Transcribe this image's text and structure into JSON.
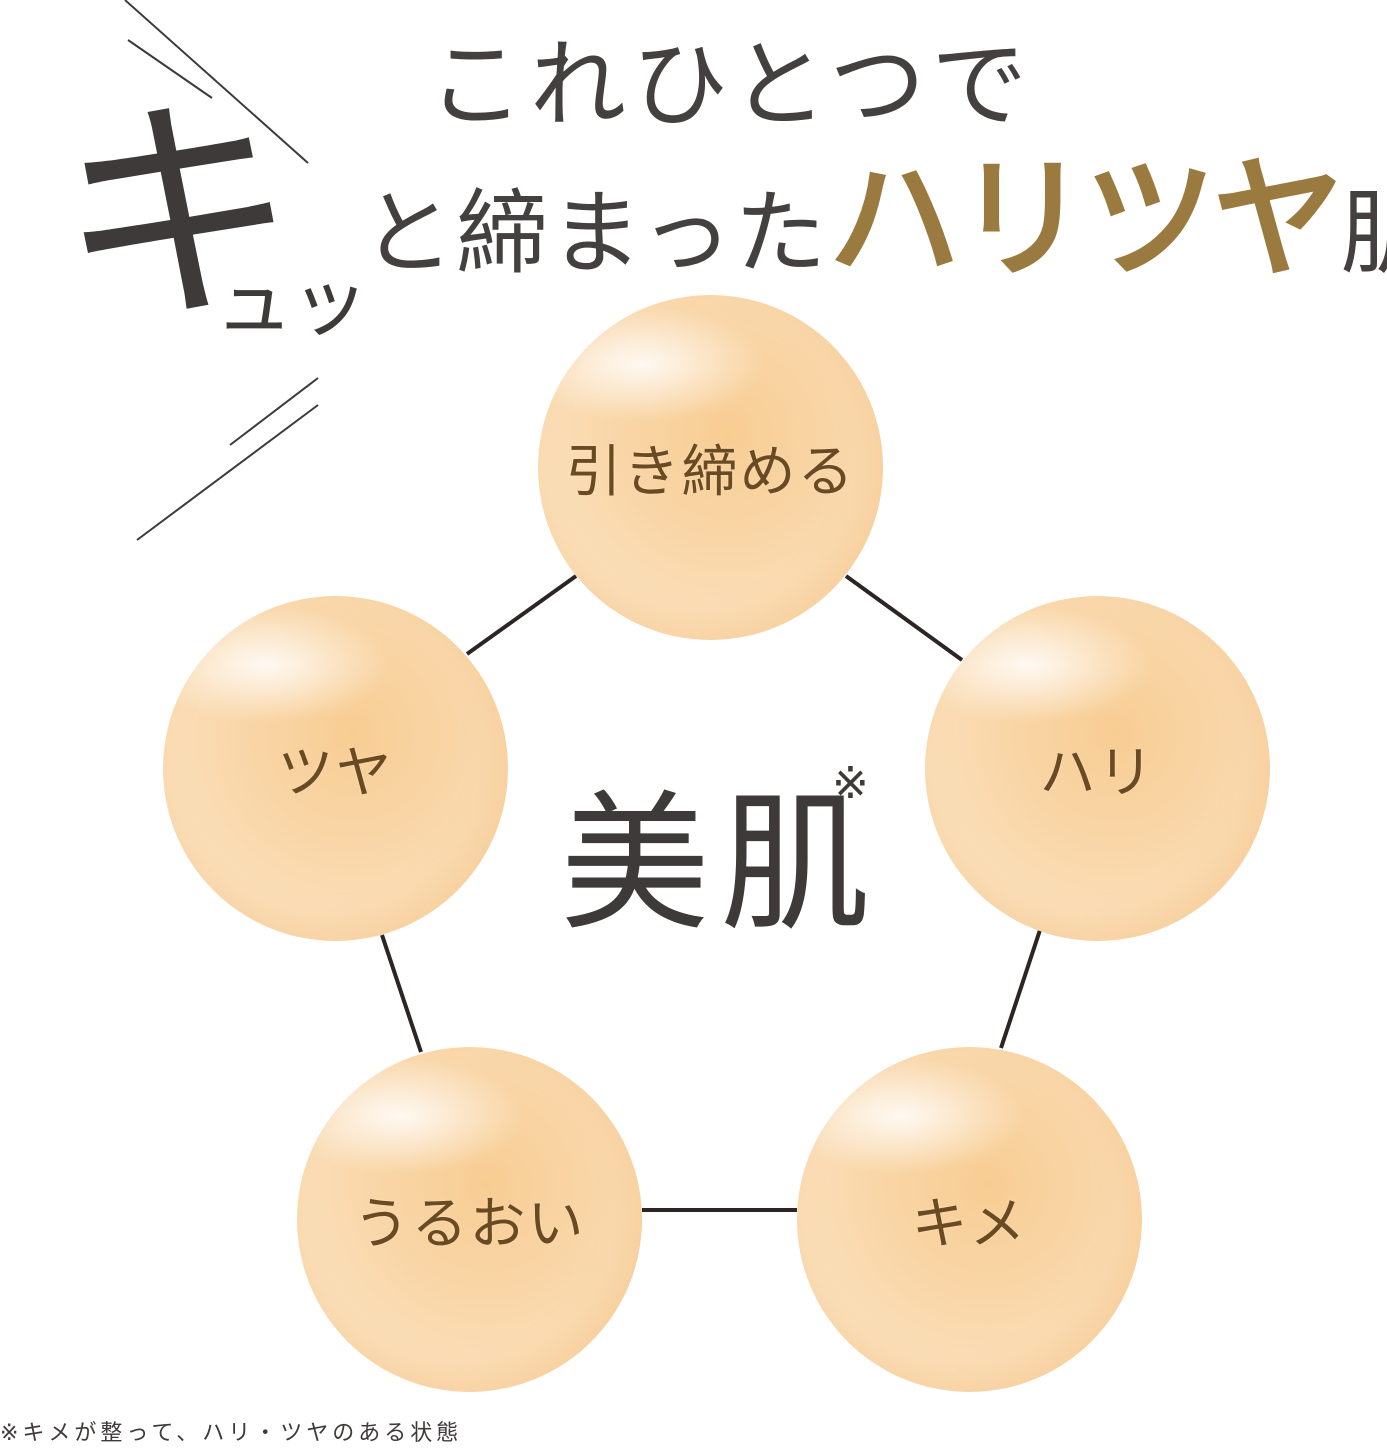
{
  "headline": {
    "kyu_big": "キ",
    "kyu_small": "ュッ",
    "line1": "これひとつで",
    "line2_plain": "と締まった",
    "line2_gold": "ハリツヤ",
    "line2_skin": "肌"
  },
  "center": {
    "word": "美肌",
    "mark": "※"
  },
  "orbs": [
    {
      "label": "引き締める"
    },
    {
      "label": "ツヤ"
    },
    {
      "label": "ハリ"
    },
    {
      "label": "うるおい"
    },
    {
      "label": "キメ"
    }
  ],
  "footnote": "※キメが整って、ハリ・ツヤのある状態",
  "colors": {
    "gold": "#9a7a3e",
    "text": "#3e3a39",
    "connector": "#2d2424"
  }
}
